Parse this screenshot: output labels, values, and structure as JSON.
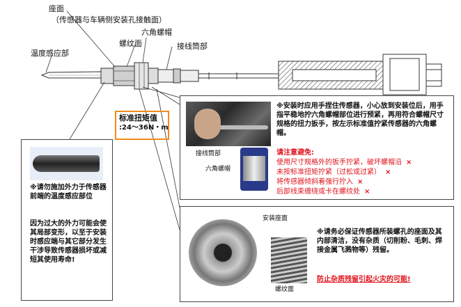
{
  "diagram": {
    "top_labels": {
      "seat_surface": "座面",
      "seat_surface_desc": "（传感器与车辆侧安装孔接触面）",
      "hex_nut": "六角螺帽",
      "thread": "螺纹面",
      "wire_cylinder": "接线筒部",
      "temp_sensing": "温度感应部"
    },
    "torque": {
      "title": "标准扭矩值",
      "value": ":24〜36N・m"
    },
    "install_panel": {
      "instruction": "※安装时应用手捏住传感器，小心放到安装位后，用手指平稳地拧六角螺帽部位进行预紧，再用符合螺帽尺寸规格的扭力扳手，按左示标准值拧紧传感器的六角螺帽。",
      "photo_label_wire": "接线筒部",
      "photo_label_hex": "六角螺帽",
      "warn_title": "请注意避免:",
      "warnings": [
        "使用尺寸规格外的扳手拧紧，破坏螺帽沿",
        "未按标准扭矩拧紧（过松或过紧）",
        "将传感器倾斜着强行拧入",
        "后部线束缠绕或卡在螺纹处"
      ],
      "x_mark": "×"
    },
    "left_panel": {
      "note": "※请勿施加外力于传感器前端的温度感应部位",
      "reason": "因为过大的外力可能会使其局部变形，以至于安装时感应端与其它部分发生干涉导致传感器损坏或减短其使用寿命!"
    },
    "bottom_panel": {
      "photo_label_seat": "安装座面",
      "photo_label_thread": "螺纹面",
      "note": "※请务必保证传感器所装螺孔的座面及其内部清洁，没有杂质（切削粉、毛刺、焊接金属飞溅物等）残留。",
      "fire_warning": "防止杂质残留引起火灾的可能!"
    }
  }
}
